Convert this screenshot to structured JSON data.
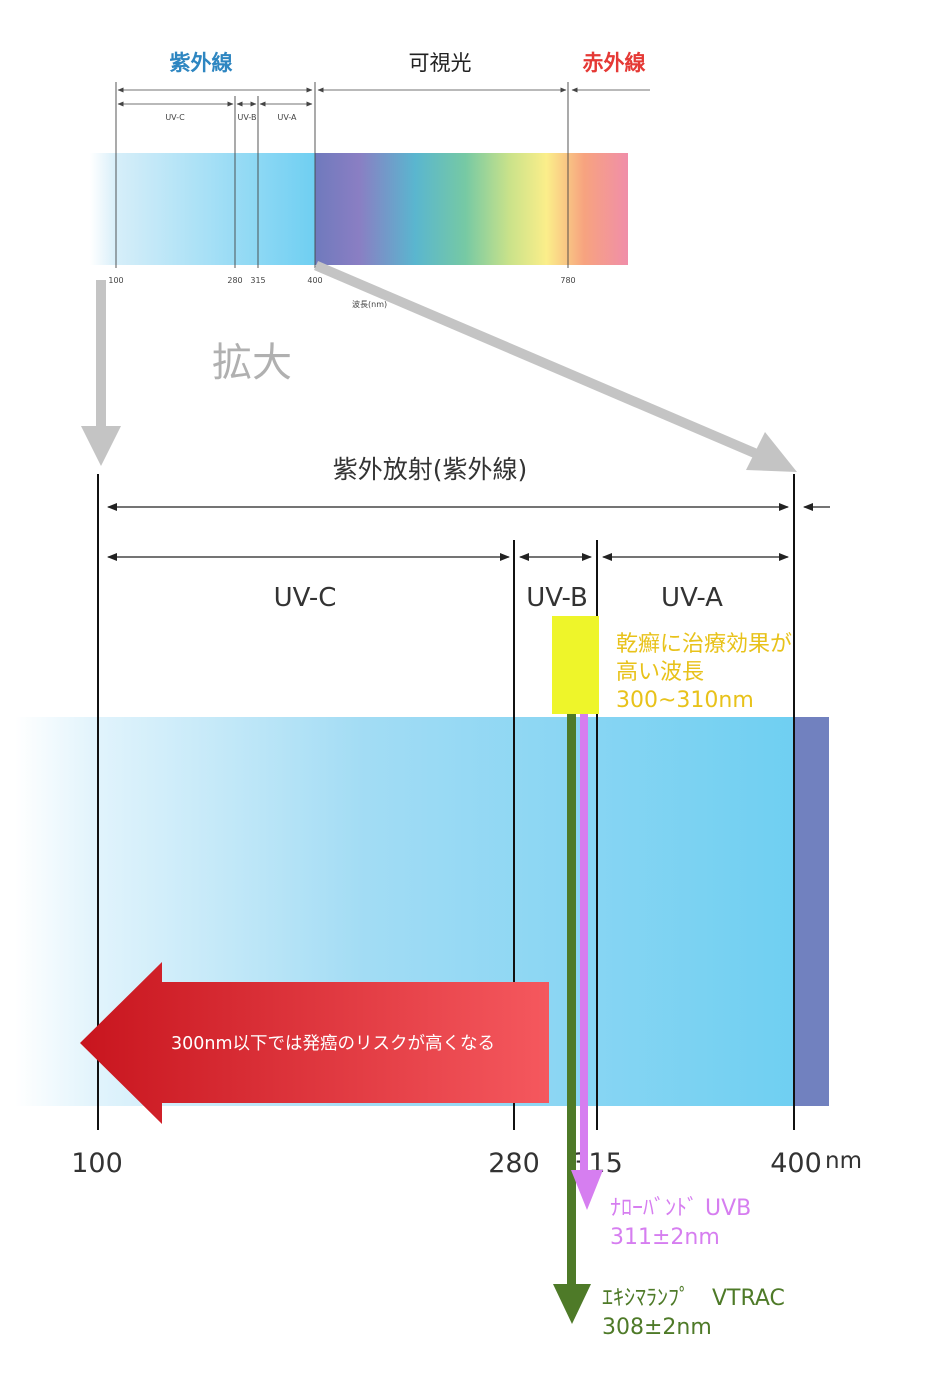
{
  "top_spectrum": {
    "label_uv": "紫外線",
    "label_visible": "可視光",
    "label_ir": "赤外線",
    "band_uvc": "UV-C",
    "band_uvb": "UV-B",
    "band_uva": "UV-A",
    "tick_100": "100",
    "tick_280": "280",
    "tick_315": "315",
    "tick_400": "400",
    "tick_780": "780",
    "axis_label": "波長(nm)"
  },
  "zoom_label": "拡大",
  "main_chart": {
    "title": "紫外放射(紫外線)",
    "band_uvc": "UV-C",
    "band_uvb": "UV-B",
    "band_uva": "UV-A",
    "tick_100": "100",
    "tick_280": "280",
    "tick_315": "315",
    "tick_400": "400",
    "unit": "nm"
  },
  "psoriasis_note": {
    "line1": "乾癬に治療効果が",
    "line2": "高い波長",
    "line3": "300~310nm"
  },
  "risk_arrow": {
    "text": "300nm以下では発癌のリスクが高くなる"
  },
  "narrowband": {
    "line1": "ﾅﾛｰﾊﾞﾝﾄﾞ UVB",
    "line2": "311±2nm"
  },
  "excimer": {
    "line1": "ｴｷｼﾏﾗﾝﾌﾟ　VTRAC",
    "line2": "308±2nm"
  },
  "colors": {
    "uv_title": "#2e86c1",
    "ir_title": "#e53935",
    "psoriasis": "#e8c21a",
    "narrowband": "#d67ef0",
    "excimer": "#4e7a28",
    "risk_red": "#d9252a",
    "zoom_arrow": "#c4c4c4"
  }
}
